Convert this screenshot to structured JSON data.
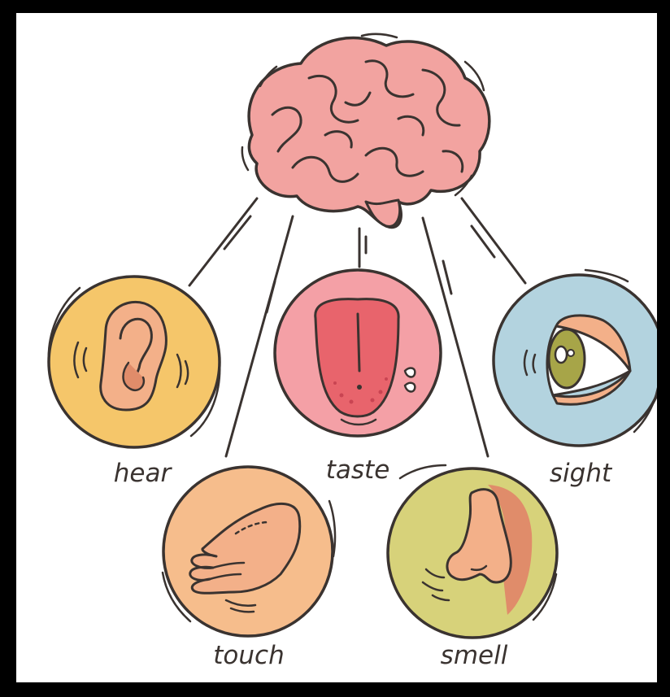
{
  "senses": [
    {
      "id": "hear",
      "label": "hear",
      "color": "#f5c66a"
    },
    {
      "id": "touch",
      "label": "touch",
      "color": "#f6bd8c"
    },
    {
      "id": "taste",
      "label": "taste",
      "color": "#f4a0a6"
    },
    {
      "id": "smell",
      "label": "smell",
      "color": "#d7d27a"
    },
    {
      "id": "sight",
      "label": "sight",
      "color": "#b3d3df"
    }
  ],
  "colors": {
    "frame": "#000000",
    "background": "#ffffff",
    "outline": "#3a3330",
    "brain": "#f2a3a0",
    "brain_shadow": "#d9807f",
    "skin": "#f3b089",
    "skin_shadow": "#e08c6a",
    "tongue": "#e8646c",
    "iris": "#a7a548"
  }
}
